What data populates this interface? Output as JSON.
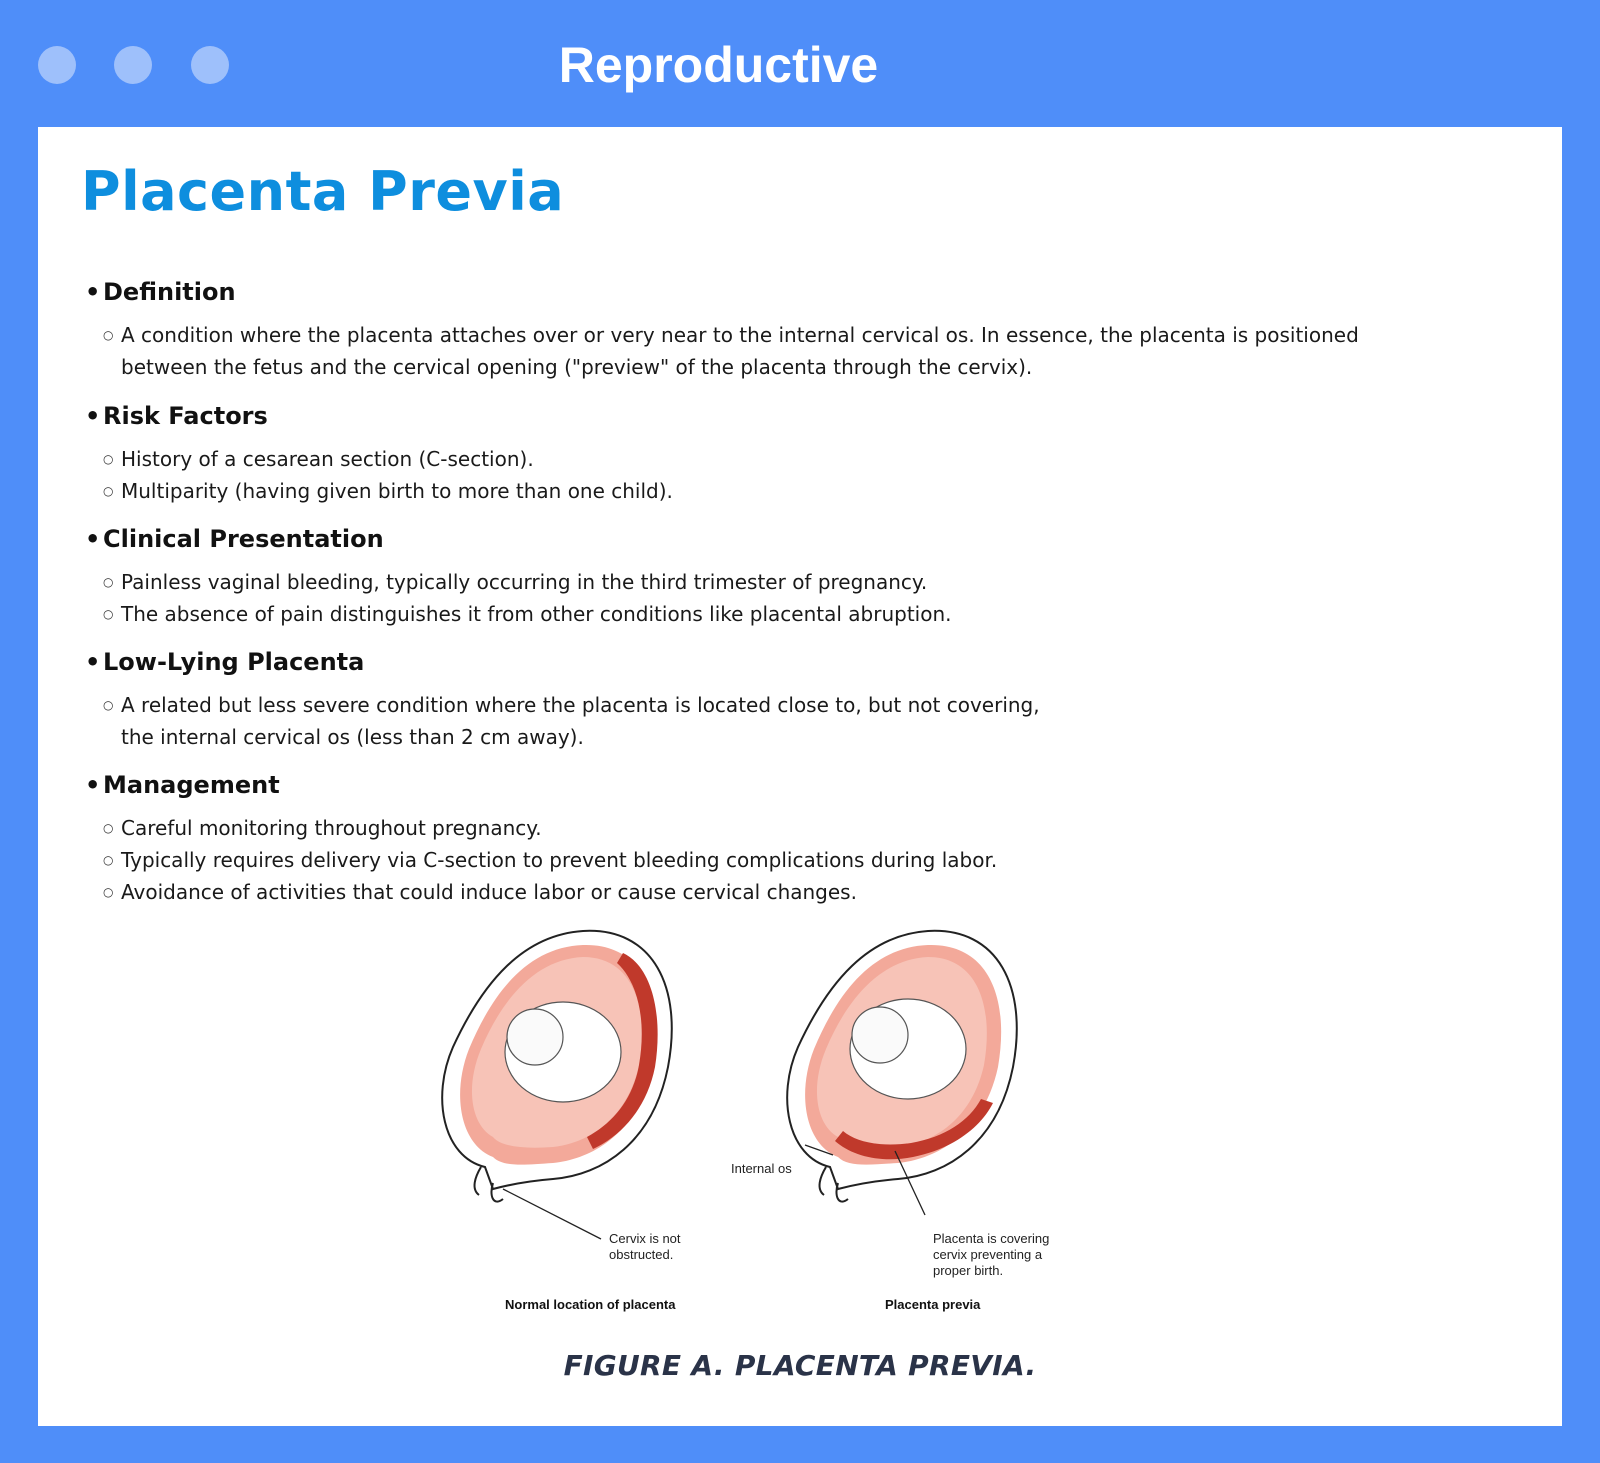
{
  "window": {
    "title": "Reproductive"
  },
  "page": {
    "title": "Placenta Previa"
  },
  "sections": [
    {
      "heading": "Definition",
      "items": [
        "A condition where the placenta attaches over or very near to the internal cervical os. In essence, the placenta is positioned between the fetus and the cervical opening (\"preview\" of the placenta through the cervix)."
      ]
    },
    {
      "heading": "Risk Factors",
      "items": [
        "History of a cesarean section (C-section).",
        "Multiparity (having given birth to more than one child)."
      ]
    },
    {
      "heading": "Clinical Presentation",
      "items": [
        "Painless vaginal bleeding, typically occurring in the third trimester of pregnancy.",
        "The absence of pain distinguishes it from other conditions like placental abruption."
      ]
    },
    {
      "heading": "Low-Lying Placenta",
      "items": [
        "A related but less severe condition where the placenta is located close to, but not covering, the internal cervical os (less than 2 cm away)."
      ]
    },
    {
      "heading": "Management",
      "items": [
        "Careful monitoring throughout pregnancy.",
        "Typically requires delivery via C-section to prevent bleeding complications during labor.",
        "Avoidance of activities that could induce labor or cause cervical changes."
      ]
    }
  ],
  "figure": {
    "left_label": "Cervix is not\nobstructed.",
    "left_title": "Normal location of placenta",
    "internal_os_label": "Internal os",
    "right_label": "Placenta is covering\ncervix preventing a\nproper birth.",
    "right_title": "Placenta previa",
    "caption": "FIGURE A. PLACENTA PREVIA."
  },
  "colors": {
    "frame": "#4f8ef9",
    "title_blue": "#0e8ede",
    "placenta": "#c0392b",
    "uterus": "#f3a99a"
  }
}
